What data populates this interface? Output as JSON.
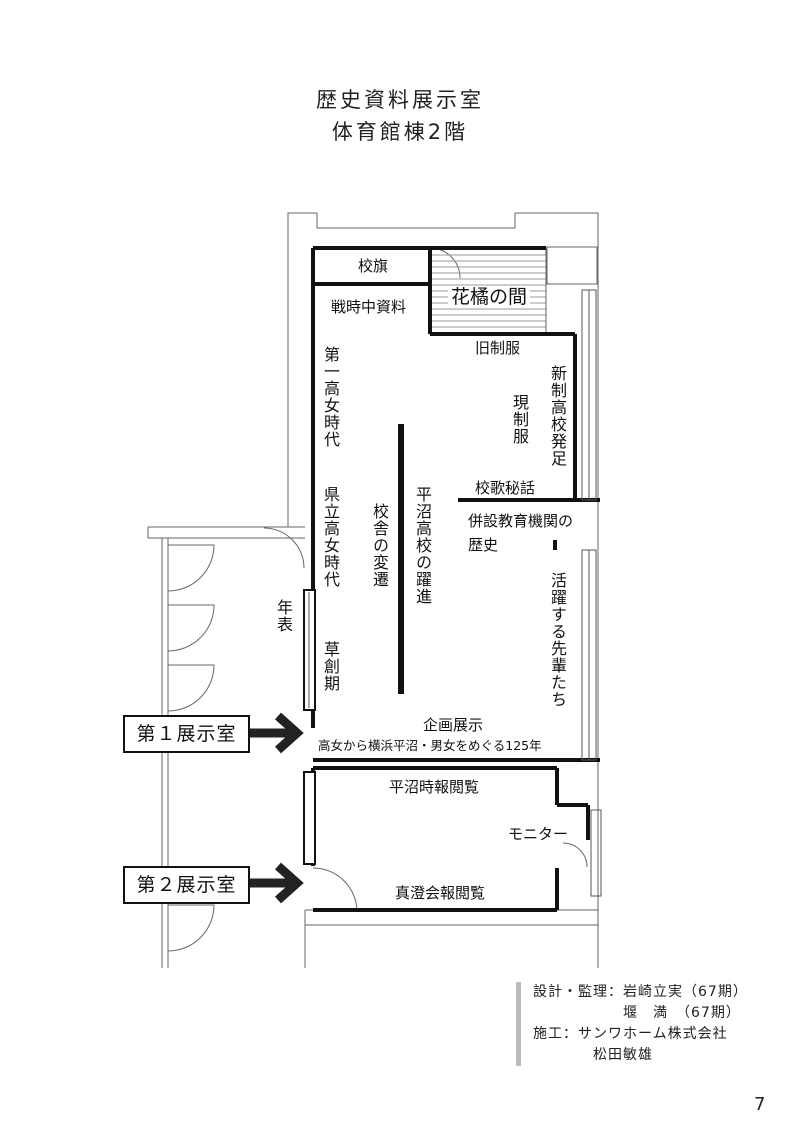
{
  "header": {
    "title": "歴史資料展示室",
    "subtitle": "体育館棟2階"
  },
  "labels": {
    "flag": "校旗",
    "hanatachibana": "花橘の間",
    "wartime": "戦時中資料",
    "old_uniform": "旧制服",
    "first_girls": "第一高女時代",
    "prefectural_girls": "県立高女時代",
    "founding": "草創期",
    "timeline": "年表",
    "school_building": "校舎の変遷",
    "hiranuma_leap": "平沼高校の躍進",
    "new_system": "新制高校発足",
    "current_uniform": "現制服",
    "school_song": "校歌秘話",
    "affiliated_history_1": "併設教育機関の",
    "affiliated_history_2": "歴史",
    "active_alumni": "活躍する先輩たち",
    "special_exhibit": "企画展示",
    "special_exhibit_sub": "高女から横浜平沼・男女をめぐる125年",
    "hiranuma_news": "平沼時報閲覧",
    "monitor": "モニター",
    "masumi_news": "真澄会報閲覧"
  },
  "rooms": {
    "room1": "第１展示室",
    "room2": "第２展示室"
  },
  "credits": [
    "設計・監理：岩崎立実（67期）",
    "　　　　　　堰　満　（67期）",
    "施工：サンワホーム株式会社",
    "　　　　松田敏雄"
  ],
  "page_number": "7",
  "colors": {
    "wall": "#111111",
    "thin_line": "#666666",
    "hatch": "#888888",
    "credit_bar": "#bbbbbb"
  }
}
